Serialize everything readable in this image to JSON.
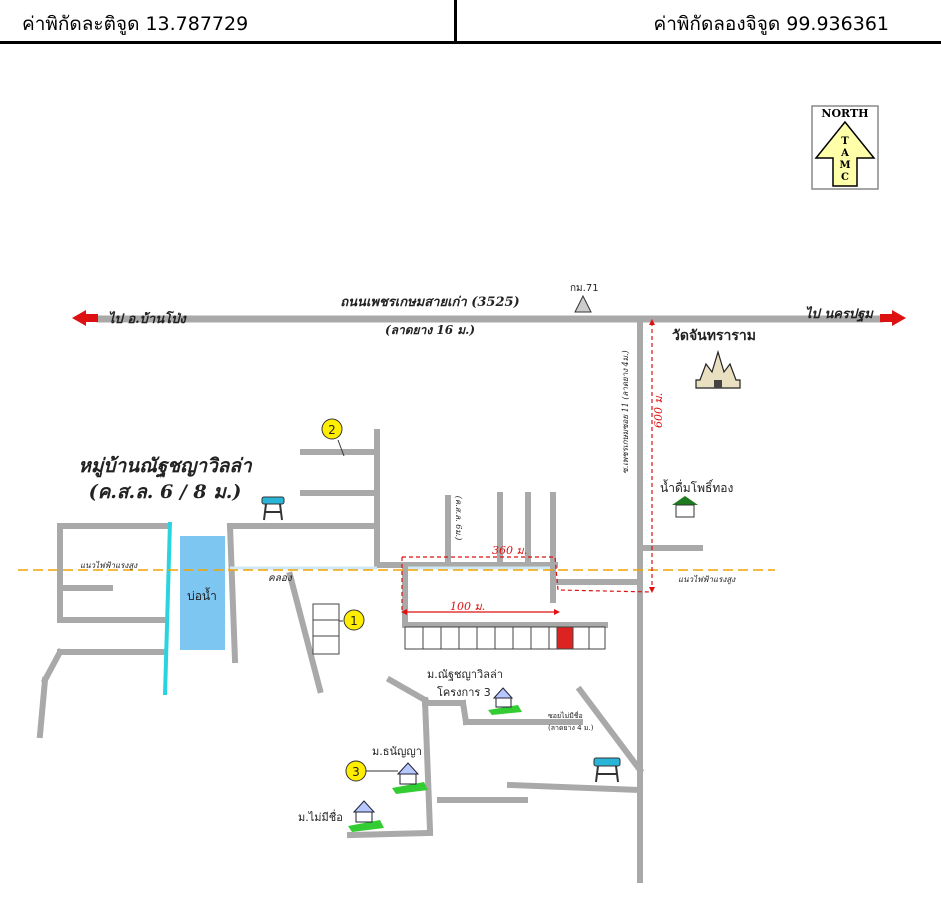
{
  "header": {
    "latitude": "ค่าพิกัดละติจูด 13.787729",
    "longitude": "ค่าพิกัดลองจิจูด 99.936361"
  },
  "compass": {
    "north": "NORTH",
    "letters": [
      "T",
      "A",
      "M",
      "C"
    ]
  },
  "map": {
    "main_road_name": "ถนนเพชรเกษมสายเก่า (3525)",
    "main_road_surface": "(ลาดยาง 16 ม.)",
    "km_marker": "กม.71",
    "to_left": "ไป อ.บ้านโป่ง",
    "to_right": "ไป นครปฐม",
    "temple": "วัดจันทราราม",
    "side_road_vertical": "ซ.เพชรเกษมซอย 11 (ลาดยาง 4ม.)",
    "dist_600": "600 ม.",
    "dist_360": "360 ม.",
    "dist_100": "100 ม.",
    "water_shop": "น้ำดื่มโพธิ์ทอง",
    "village_name": "หมู่บ้านณัฐชญาวิลล่า",
    "village_sub": "(ค.ส.ล. 6 / 8 ม.)",
    "power_line_left": "แนวไฟฟ้าแรงสูง",
    "power_line_right": "แนวไฟฟ้าแรงสูง",
    "pond": "บ่อน้ำ",
    "canal": "คลอง",
    "soi_small": "(ค.ส.ล. 6ม.)",
    "project3_line1": "ม.ณัฐชญาวิลล่า",
    "project3_line2": "โครงการ 3",
    "soi_unnamed": "ซอยไม่มีชื่อ",
    "soi_unnamed_sub": "(ลาดยาง 4 ม.)",
    "village_a": "ม.ธนัญญา",
    "village_b": "ม.ไม่มีชื่อ",
    "marker_1": "1",
    "marker_2": "2",
    "marker_3": "3"
  },
  "colors": {
    "road": "#a9a9a9",
    "river": "#29d3e0",
    "pond": "#7ec6f2",
    "marker": "#ffee00",
    "arrow": "#dd1111",
    "power_line": "#f4a300"
  }
}
